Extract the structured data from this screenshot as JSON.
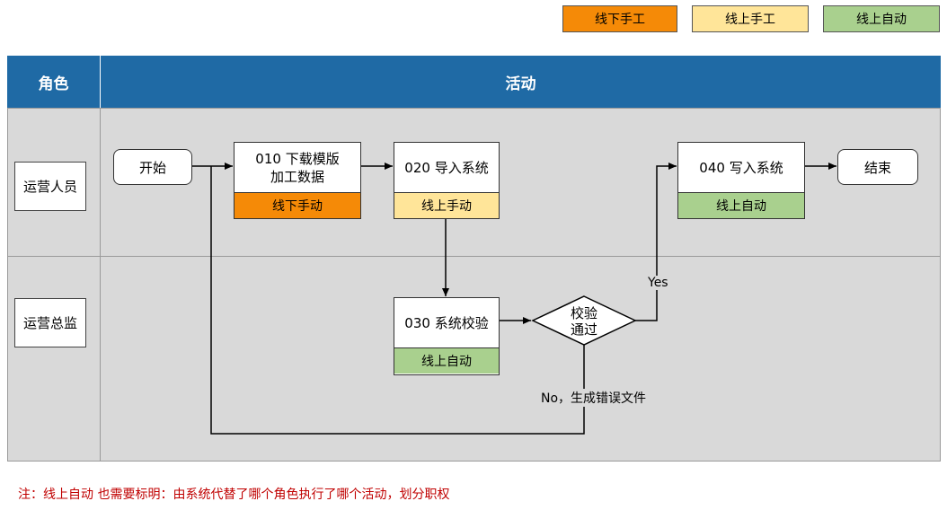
{
  "legend": [
    {
      "label": "线下手工",
      "color": "#f58a07"
    },
    {
      "label": "线上手工",
      "color": "#ffe599"
    },
    {
      "label": "线上自动",
      "color": "#a9d08e"
    }
  ],
  "header": {
    "role": "角色",
    "activity": "活动"
  },
  "roles": [
    "运营人员",
    "运营总监"
  ],
  "nodes": {
    "start": "开始",
    "end": "结束",
    "task010": {
      "title": "010 下载模版\n加工数据",
      "tag": "线下手动"
    },
    "task020": {
      "title": "020 导入系统",
      "tag": "线上手动"
    },
    "task030": {
      "title": "030 系统校验",
      "tag": "线上自动"
    },
    "task040": {
      "title": "040 写入系统",
      "tag": "线上自动"
    },
    "decision": "校验\n通过"
  },
  "edge_labels": {
    "yes": "Yes",
    "no": "No，生成错误文件"
  },
  "colors": {
    "header": "#1f6aa5",
    "lane": "#d9d9d9",
    "note": "#c00000"
  },
  "note": "注：线上自动 也需要标明：由系统代替了哪个角色执行了哪个活动，划分职权"
}
